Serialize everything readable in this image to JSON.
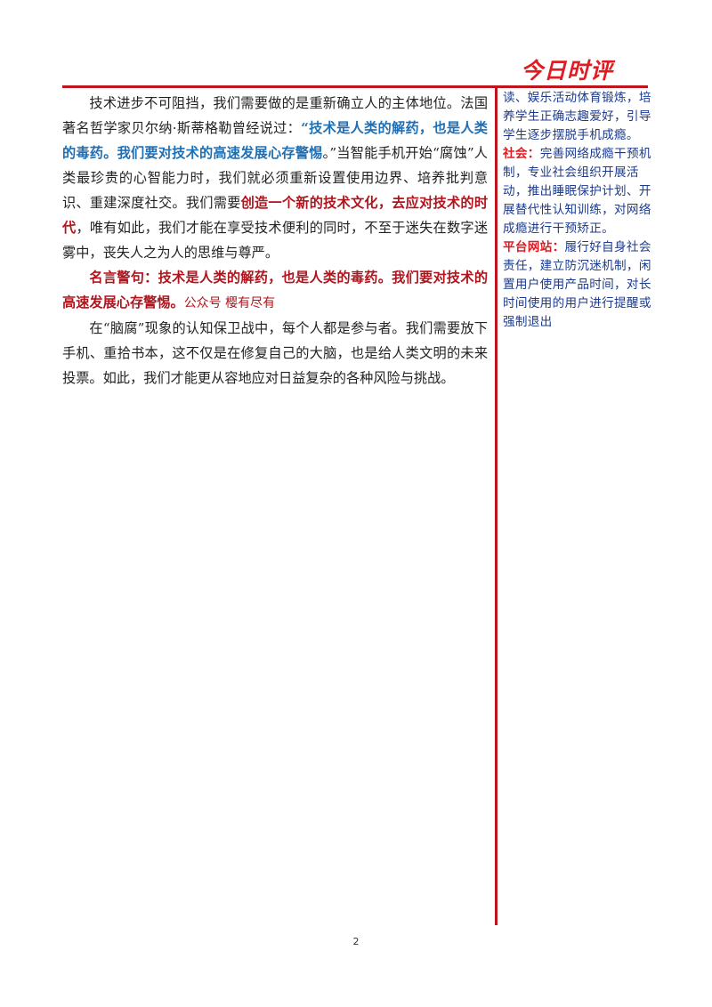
{
  "header": {
    "logo_text": "今日时评"
  },
  "main": {
    "p1": {
      "a": "技术进步不可阻挡，我们需要做的是重新确立人的主体地位。法国著名哲学家贝尔纳·斯蒂格勒曾经说过：",
      "b": "“技术是人类的解药，也是人类的毒药。我们要对技术的高速发展心存警惕",
      "c": "。”当智能手机开始“腐蚀”人类最珍贵的心智能力时，我们就必须重新设置使用边界、培养批判意识、重建深度社交。我们需要",
      "d": "创造一个新的技术文化，去应对技术的时代",
      "e": "，唯有如此，我们才能在享受技术便利的同时，不至于迷失在数字迷雾中，丧失人之为人的思维与尊严。"
    },
    "quote": {
      "text": "名言警句：技术是人类的解药，也是人类的毒药。我们要对技术的高速发展心存警惕。",
      "watermark": "公众号  樱有尽有"
    },
    "p2": "在“脑腐”现象的认知保卫战中，每个人都是参与者。我们需要放下手机、重拾书本，这不仅是在修复自己的大脑，也是给人类文明的未来投票。如此，我们才能更从容地应对日益复杂的各种风险与挑战。"
  },
  "sidebar": {
    "intro": "读、娱乐活动体育锻炼，培养学生正确志趣爱好，引导学生逐步摆脱手机成瘾。",
    "society_label": "社会：",
    "society_text": "完善网络成瘾干预机制，专业社会组织开展活动，推出睡眠保护计划、开展替代性认知训练，对网络成瘾进行干预矫正。",
    "platform_label": "平台网站：",
    "platform_text": "履行好自身社会责任，建立防沉迷机制，闲置用户使用产品时间，对长时间使用的用户进行提醒或强制退出"
  },
  "footer": {
    "page_number": "2"
  }
}
